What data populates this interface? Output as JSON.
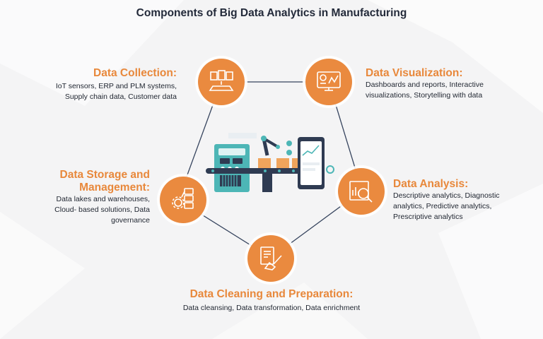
{
  "title": "Components of Big Data Analytics in Manufacturing",
  "colors": {
    "accent": "#ea8a3f",
    "heading": "#e8883b",
    "text": "#1f2530",
    "ring": "#36445e",
    "teal": "#4db6b6"
  },
  "components": {
    "collection": {
      "heading": "Data Collection:",
      "lines": [
        "IoT sensors, ERP and PLM systems,",
        "Supply chain data, Customer data"
      ],
      "icon": "stacked-documents-icon"
    },
    "visualization": {
      "heading": "Data Visualization:",
      "lines": [
        "Dashboards and reports, Interactive",
        "visualizations, Storytelling with data"
      ],
      "icon": "dashboard-monitor-icon"
    },
    "analysis": {
      "heading": "Data Analysis:",
      "lines": [
        "Descriptive analytics, Diagnostic",
        "analytics, Predictive analytics,",
        "Prescriptive analytics"
      ],
      "icon": "analysis-chart-magnifier-icon"
    },
    "cleaning": {
      "heading": "Data Cleaning and Preparation:",
      "lines": [
        "Data cleansing, Data transformation, Data enrichment"
      ],
      "icon": "document-broom-icon"
    },
    "storage": {
      "heading_lines": [
        "Data Storage and",
        "Management:"
      ],
      "lines": [
        "Data lakes and warehouses,",
        "Cloud- based solutions, Data",
        "governance"
      ],
      "icon": "server-gear-icon"
    }
  },
  "center_illustration": "factory-robot-arm-conveyor-icon"
}
